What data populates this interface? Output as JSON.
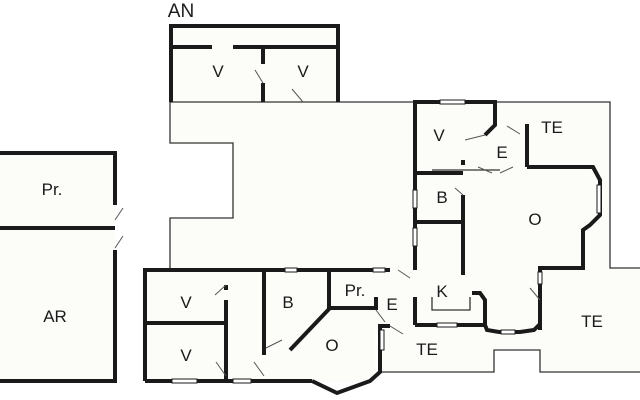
{
  "plan": {
    "title": "AN",
    "colors": {
      "background": "#ffffff",
      "floor": "#fcfcf9",
      "wall": "#1a1a1a",
      "thin_line": "#333333"
    },
    "rooms": [
      {
        "id": "v1",
        "label": "V"
      },
      {
        "id": "v2",
        "label": "V"
      },
      {
        "id": "pr_left",
        "label": "Pr."
      },
      {
        "id": "ar",
        "label": "AR"
      },
      {
        "id": "v_ne",
        "label": "V"
      },
      {
        "id": "e_ne",
        "label": "E"
      },
      {
        "id": "te_ne",
        "label": "TE"
      },
      {
        "id": "b_ne",
        "label": "B"
      },
      {
        "id": "o_ne",
        "label": "O"
      },
      {
        "id": "v_sw1",
        "label": "V"
      },
      {
        "id": "v_sw2",
        "label": "V"
      },
      {
        "id": "b_s",
        "label": "B"
      },
      {
        "id": "pr_s",
        "label": "Pr."
      },
      {
        "id": "e_s",
        "label": "E"
      },
      {
        "id": "o_s",
        "label": "O"
      },
      {
        "id": "k",
        "label": "K"
      },
      {
        "id": "te_s",
        "label": "TE"
      },
      {
        "id": "te_se",
        "label": "TE"
      }
    ]
  }
}
